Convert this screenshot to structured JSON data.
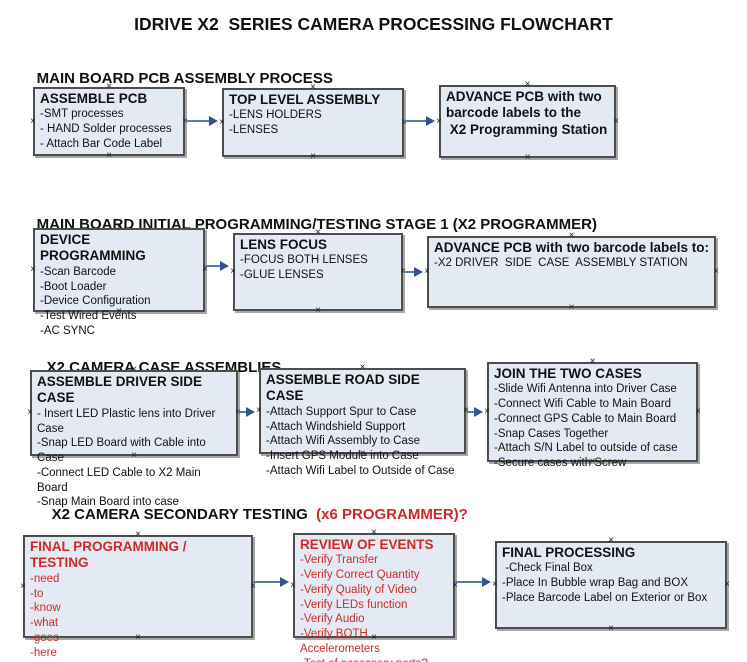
{
  "title": "IDRIVE X2  SERIES CAMERA PROCESSING FLOWCHART",
  "icons": {
    "handle_glyph": "×"
  },
  "colors": {
    "box_fill": "#e4eaf3",
    "box_border": "#4d4d4d",
    "red": "#cc2a2a",
    "arrow_line": "#5f7aa6",
    "arrow_head": "#35548f"
  },
  "sections": [
    {
      "heading": "MAIN BOARD PCB ASSEMBLY PROCESS",
      "heading_red": "",
      "boxes": [
        {
          "title": "ASSEMBLE PCB",
          "lines": [
            "-SMT processes",
            "- HAND Solder processes",
            "- Attach Bar Code Label"
          ]
        },
        {
          "title": "TOP LEVEL ASSEMBLY",
          "lines": [
            "-LENS HOLDERS",
            "-LENSES"
          ]
        },
        {
          "title": "ADVANCE PCB with two\nbarcode labels to the\n X2 Programming Station",
          "lines": []
        }
      ]
    },
    {
      "heading": "MAIN BOARD INITIAL PROGRAMMING/TESTING STAGE 1 (X2 PROGRAMMER)",
      "heading_red": "",
      "boxes": [
        {
          "title": "DEVICE PROGRAMMING",
          "lines": [
            "-Scan Barcode",
            "-Boot Loader",
            "-Device Configuration",
            "-Test Wired Events",
            "-AC SYNC"
          ]
        },
        {
          "title": "LENS FOCUS",
          "lines": [
            "-FOCUS BOTH LENSES",
            "-GLUE LENSES"
          ]
        },
        {
          "title": "ADVANCE PCB with two barcode labels to:",
          "lines": [
            "-X2 DRIVER  SIDE  CASE  ASSEMBLY STATION"
          ]
        }
      ]
    },
    {
      "heading": "X2 CAMERA CASE ASSEMBLIES",
      "heading_red": "",
      "boxes": [
        {
          "title": "ASSEMBLE DRIVER SIDE CASE",
          "lines": [
            "- Insert LED Plastic lens into Driver Case",
            "-Snap LED Board with Cable into Case",
            "-Connect LED Cable to X2 Main Board",
            "-Snap Main Board into case"
          ]
        },
        {
          "title": "ASSEMBLE ROAD SIDE CASE",
          "lines": [
            "-Attach Support Spur to Case",
            "-Attach Windshield Support",
            "-Attach Wifi Assembly to Case",
            "-Insert GPS Module into Case",
            "-Attach Wifi Label to Outside of Case"
          ]
        },
        {
          "title": "JOIN THE TWO CASES",
          "lines": [
            "-Slide Wifi Antenna into Driver Case",
            "-Connect Wifi Cable to Main Board",
            "-Connect GPS Cable to Main Board",
            "-Snap Cases Together",
            "-Attach S/N Label to outside of case",
            "-Secure cases with Screw"
          ]
        }
      ]
    },
    {
      "heading": "X2 CAMERA SECONDARY TESTING  ",
      "heading_red": "(x6 PROGRAMMER)?",
      "boxes": [
        {
          "title": "FINAL PROGRAMMING / TESTING",
          "lines": [
            "-need",
            "-to",
            "-know",
            "-what",
            "-goes",
            "-here"
          ]
        },
        {
          "title": "REVIEW OF EVENTS",
          "lines": [
            "-Verify Transfer",
            "-Verify Correct Quantity",
            "-Verify Quality of Video",
            "-Verify LEDs function",
            "-Verify Audio",
            "-Verify BOTH Accelerometers",
            "-Test of accessory ports?"
          ]
        },
        {
          "title": "FINAL PROCESSING",
          "lines": [
            " -Check Final Box",
            "-Place In Bubble wrap Bag and BOX",
            "-Place Barcode Label on Exterior or Box"
          ]
        }
      ]
    }
  ]
}
